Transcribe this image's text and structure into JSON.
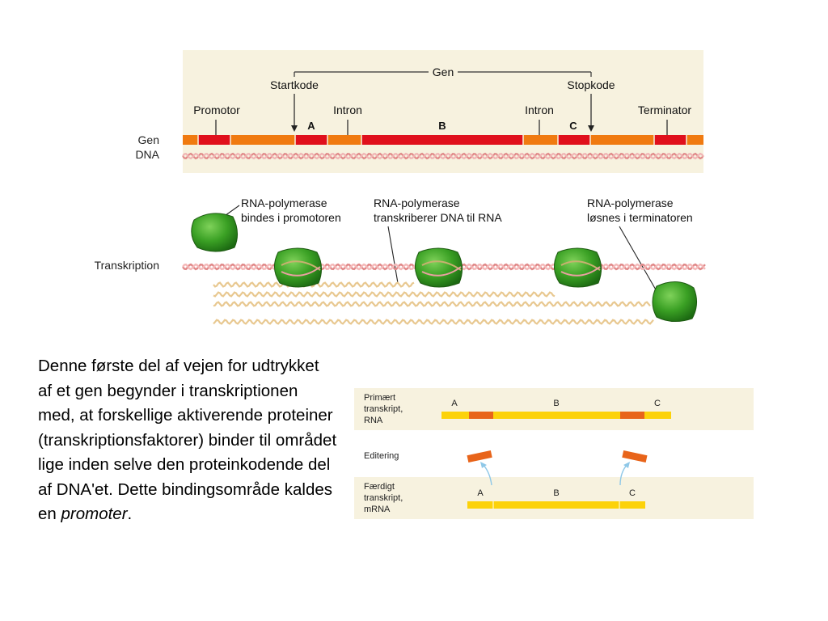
{
  "colors": {
    "panel_bg": "#f7f2df",
    "bar_orange": "#f07a10",
    "bar_red": "#e0101c",
    "bar_yellow": "#fcd20a",
    "intron_orange": "#e8641a",
    "polymerase_green": "#3aa024",
    "dna_pink": "#e89090",
    "rna_tan": "#e8c890",
    "arrow_blue": "#8fc8e8"
  },
  "gene_panel": {
    "gen_label": "Gen",
    "startkode_label": "Startkode",
    "stopkode_label": "Stopkode",
    "promotor_label": "Promotor",
    "intron1_label": "Intron",
    "intron2_label": "Intron",
    "terminator_label": "Terminator",
    "exon_a": "A",
    "exon_b": "B",
    "exon_c": "C",
    "row_label_gen": "Gen",
    "row_label_dna": "DNA"
  },
  "transcription_panel": {
    "row_label": "Transkription",
    "callout_bind": [
      "RNA-polymerase",
      "bindes i promotoren"
    ],
    "callout_transcribe": [
      "RNA-polymerase",
      "transkriberer DNA til RNA"
    ],
    "callout_release": [
      "RNA-polymerase",
      "løsnes i terminatoren"
    ]
  },
  "editing_panel": {
    "primary_label": [
      "Primært",
      "transkript,",
      "RNA"
    ],
    "editing_label": "Editering",
    "final_label": [
      "Færdigt",
      "transkript,",
      "mRNA"
    ],
    "exon_a": "A",
    "exon_b": "B",
    "exon_c": "C"
  },
  "body_text": {
    "main": "Denne første del af vejen for udtrykket af et gen begynder i transkriptionen med, at forskellige aktiverende proteiner (transkriptionsfaktorer) binder til området lige inden selve den proteinkodende del af DNA'et. Dette bindingsområde kaldes en ",
    "emphasis": "promoter",
    "end": "."
  }
}
